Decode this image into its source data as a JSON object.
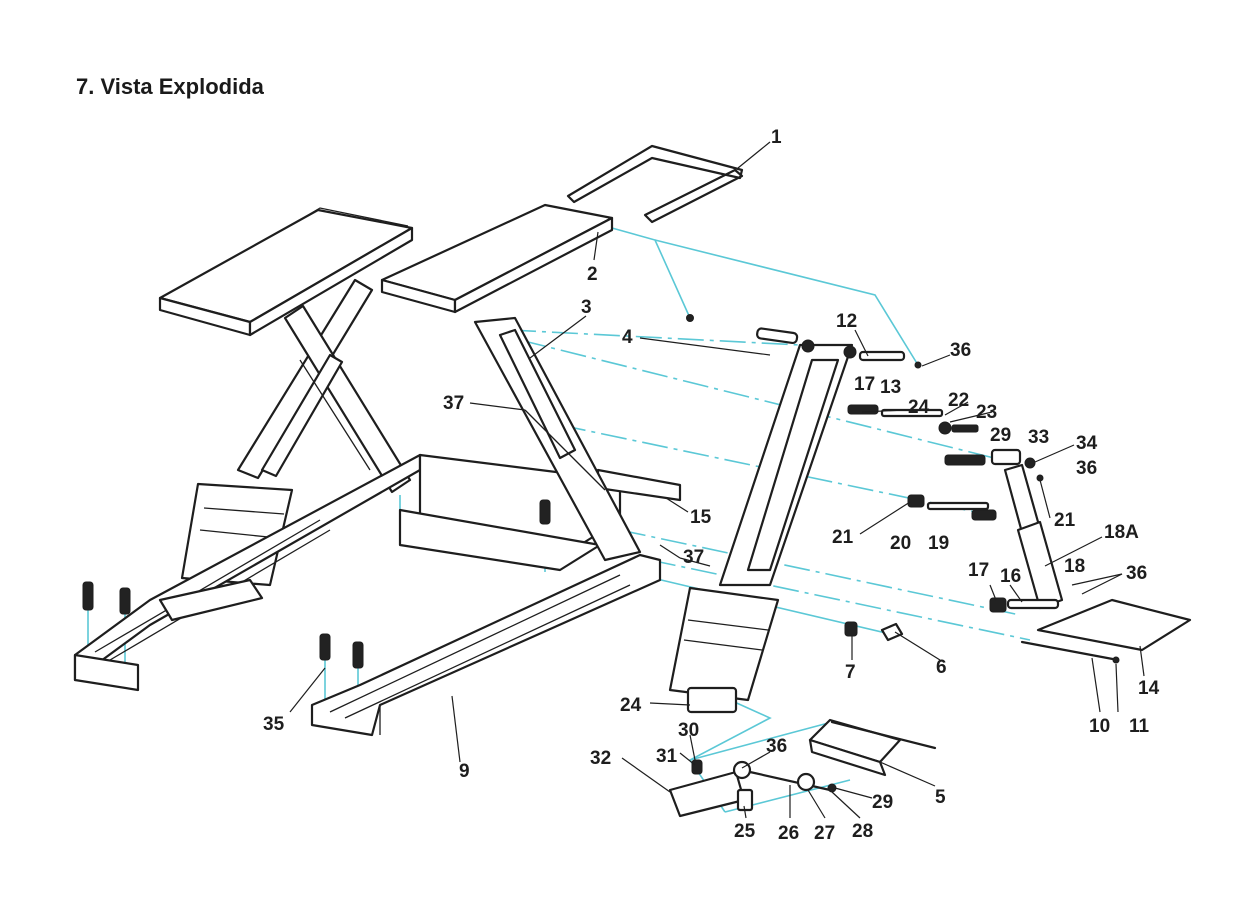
{
  "title": "7. Vista Explodida",
  "colors": {
    "line": "#1e1e1e",
    "guide": "#5bc8d6",
    "background": "#ffffff"
  },
  "labels": {
    "p1": "1",
    "p2": "2",
    "p3": "3",
    "p4": "4",
    "p5": "5",
    "p6": "6",
    "p7": "7",
    "p9": "9",
    "p10": "10",
    "p11": "11",
    "p12": "12",
    "p13": "13",
    "p14": "14",
    "p15": "15",
    "p16": "16",
    "p17a": "17",
    "p17b": "17",
    "p18": "18",
    "p18a": "18A",
    "p19": "19",
    "p20": "20",
    "p21a": "21",
    "p21b": "21",
    "p22": "22",
    "p23": "23",
    "p24a": "24",
    "p24b": "24",
    "p25": "25",
    "p26": "26",
    "p27": "27",
    "p28": "28",
    "p29a": "29",
    "p29b": "29",
    "p30": "30",
    "p31": "31",
    "p32": "32",
    "p33": "33",
    "p34": "34",
    "p35": "35",
    "p36a": "36",
    "p36b": "36",
    "p36c": "36",
    "p36d": "36",
    "p37a": "37",
    "p37b": "37"
  }
}
